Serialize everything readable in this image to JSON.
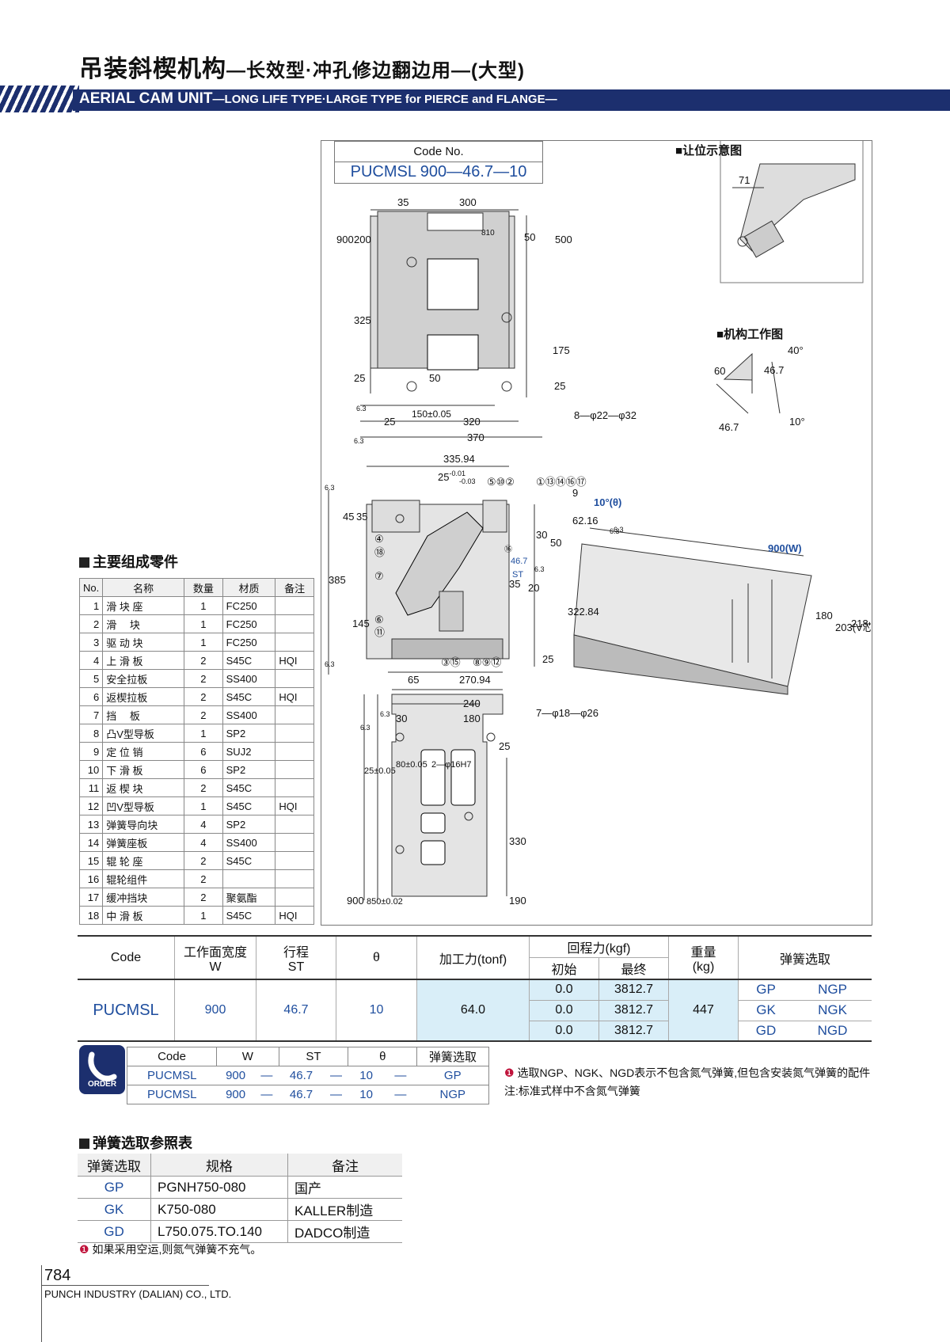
{
  "title": {
    "main": "吊装斜楔机构",
    "sub": "—长效型·冲孔修边翻边用—(大型)"
  },
  "banner": {
    "main": "AERIAL CAM UNIT",
    "sub": "—LONG LIFE TYPE·LARGE TYPE for PIERCE and FLANGE—"
  },
  "codebox": {
    "label": "Code No.",
    "value": "PUCMSL 900—46.7—10"
  },
  "clearance_title": "让位示意图",
  "clearance_dim": "71",
  "mechanism_title": "机构工作图",
  "mechanism_dims": {
    "a": "60",
    "b": "46.7",
    "c": "40°",
    "d": "46.7",
    "e": "10°"
  },
  "top_view_dims": [
    "35",
    "300",
    "810",
    "50",
    "500",
    "900",
    "200",
    "325",
    "175",
    "25",
    "50",
    "25",
    "150±0.05",
    "25",
    "320",
    "370",
    "8—φ22—φ32",
    "6.3",
    "6.3"
  ],
  "side_view_dims": [
    "335.94",
    "25",
    "-0.01",
    "-0.03",
    "⑤⑩②",
    "①⑬⑭⑯⑰",
    "9",
    "10°(θ)",
    "62.16",
    "6.3",
    "45",
    "35",
    "30",
    "50",
    "④",
    "⑱",
    "⑯",
    "46.7",
    "ST",
    "6.3",
    "385",
    "⑦",
    "35",
    "20",
    "322.84",
    "145",
    "⑥",
    "⑪",
    "③⑮",
    "⑧⑨⑫",
    "25",
    "65",
    "270.94",
    "6.3",
    "6.3"
  ],
  "width_view_dims": [
    "900(W)",
    "180",
    "203(V芯)",
    "218",
    "6.3"
  ],
  "bottom_view_dims": [
    "240",
    "180",
    "30",
    "7—φ18—φ26",
    "6.3",
    "6.3",
    "25±0.05",
    "25",
    "80±0.05",
    "2—φ16H7",
    "330",
    "900",
    "850±0.02",
    "190"
  ],
  "parts_title": "主要组成零件",
  "parts_headers": [
    "No.",
    "名称",
    "数量",
    "材质",
    "备注"
  ],
  "parts": [
    [
      "1",
      "滑 块 座",
      "1",
      "FC250",
      ""
    ],
    [
      "2",
      "滑　 块",
      "1",
      "FC250",
      ""
    ],
    [
      "3",
      "驱 动 块",
      "1",
      "FC250",
      ""
    ],
    [
      "4",
      "上 滑 板",
      "2",
      "S45C",
      "HQI"
    ],
    [
      "5",
      "安全拉板",
      "2",
      "SS400",
      ""
    ],
    [
      "6",
      "返楔拉板",
      "2",
      "S45C",
      "HQI"
    ],
    [
      "7",
      "挡　 板",
      "2",
      "SS400",
      ""
    ],
    [
      "8",
      "凸V型导板",
      "1",
      "SP2",
      ""
    ],
    [
      "9",
      "定 位 销",
      "6",
      "SUJ2",
      ""
    ],
    [
      "10",
      "下 滑 板",
      "6",
      "SP2",
      ""
    ],
    [
      "11",
      "返 楔 块",
      "2",
      "S45C",
      ""
    ],
    [
      "12",
      "凹V型导板",
      "1",
      "S45C",
      "HQI"
    ],
    [
      "13",
      "弹簧导向块",
      "4",
      "SP2",
      ""
    ],
    [
      "14",
      "弹簧座板",
      "4",
      "SS400",
      ""
    ],
    [
      "15",
      "辊 轮 座",
      "2",
      "S45C",
      ""
    ],
    [
      "16",
      "辊轮组件",
      "2",
      "",
      ""
    ],
    [
      "17",
      "缓冲挡块",
      "2",
      "聚氨酯",
      ""
    ],
    [
      "18",
      "中 滑 板",
      "1",
      "S45C",
      "HQI"
    ]
  ],
  "spec": {
    "headers": {
      "code": "Code",
      "w": "工作面宽度",
      "w_sym": "W",
      "st": "行程",
      "st_sym": "ST",
      "theta": "θ",
      "force": "加工力(tonf)",
      "ret": "回程力(kgf)",
      "init": "初始",
      "final": "最终",
      "weight": "重量",
      "weight_unit": "(kg)",
      "spring": "弹簧选取"
    },
    "code": "PUCMSL",
    "w": "900",
    "st": "46.7",
    "theta": "10",
    "force": "64.0",
    "weight": "447",
    "rows": [
      [
        "0.0",
        "3812.7",
        "GP",
        "NGP"
      ],
      [
        "0.0",
        "3812.7",
        "GK",
        "NGK"
      ],
      [
        "0.0",
        "3812.7",
        "GD",
        "NGD"
      ]
    ]
  },
  "order": {
    "icon_label": "ORDER",
    "headers": [
      "Code",
      "W",
      "ST",
      "θ",
      "弹簧选取"
    ],
    "rows": [
      [
        "PUCMSL",
        "900",
        "—",
        "46.7",
        "—",
        "10",
        "—",
        "GP"
      ],
      [
        "PUCMSL",
        "900",
        "—",
        "46.7",
        "—",
        "10",
        "—",
        "NGP"
      ]
    ],
    "note1": "选取NGP、NGK、NGD表示不包含氮气弹簧,但包含安装氮气弹簧的配件",
    "note2": "注:标准式样中不含氮气弹簧"
  },
  "spring_title": "弹簧选取参照表",
  "spring_headers": [
    "弹簧选取",
    "规格",
    "备注"
  ],
  "spring_rows": [
    [
      "GP",
      "PGNH750-080",
      "国产"
    ],
    [
      "GK",
      "K750-080",
      "KALLER制造"
    ],
    [
      "GD",
      "L750.075.TO.140",
      "DADCO制造"
    ]
  ],
  "spring_note": "如果采用空运,则氮气弹簧不充气。",
  "footer": {
    "page": "784",
    "company": "PUNCH INDUSTRY (DALIAN) CO., LTD."
  },
  "colors": {
    "navy": "#1c2f6e",
    "blue_text": "#1f4e9e",
    "highlight": "#d9eef8"
  }
}
